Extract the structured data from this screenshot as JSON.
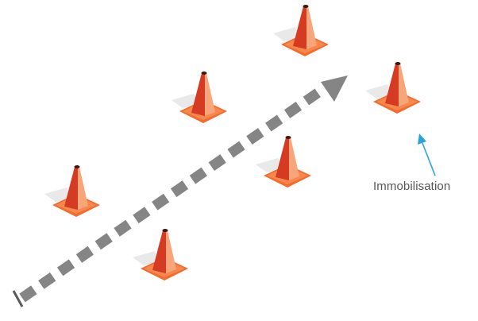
{
  "colors": {
    "background": "#ffffff",
    "cone_dark": "#d53a22",
    "cone_mid": "#ef5a2a",
    "cone_light": "#f7a57b",
    "cone_base": "#f26b2f",
    "cone_base_top": "#f8874b",
    "shadow": "#e9e9e9",
    "path_arrow": "#858585",
    "callout": "#2aa4d8",
    "label_text": "#555555"
  },
  "icons": {
    "cone": "traffic-cone-icon",
    "arrow": "dashed-path-arrow",
    "callout": "callout-arrow"
  },
  "callout": {
    "label": "Immobilisation"
  }
}
